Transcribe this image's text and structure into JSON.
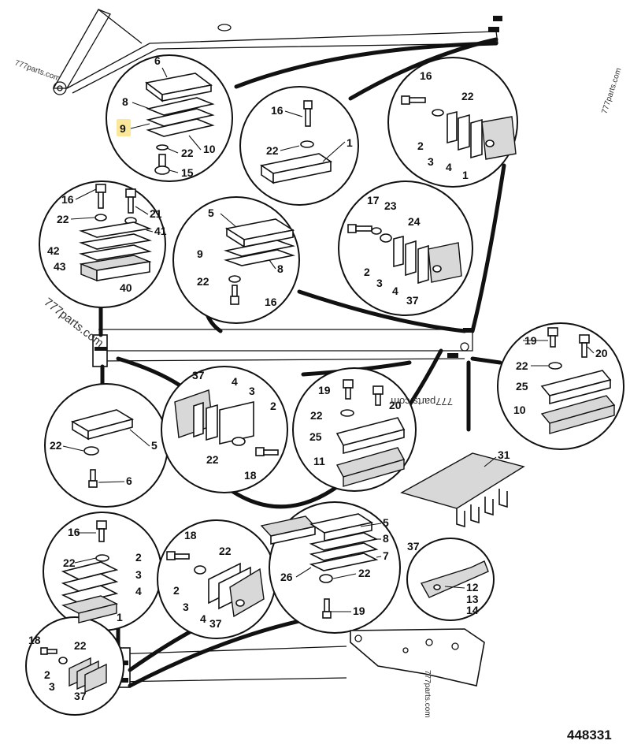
{
  "drawing_number": "448331",
  "highlighted_part": "9",
  "watermarks": [
    "777parts.com",
    "777parts.com",
    "777parts.com",
    "777parts.com",
    "777parts.com"
  ],
  "callouts": {
    "c1": [
      "6",
      "8",
      "9",
      "22",
      "10",
      "15"
    ],
    "c2": [
      "16",
      "22",
      "1"
    ],
    "c3": [
      "16",
      "22",
      "2",
      "3",
      "4",
      "1"
    ],
    "c4": [
      "16",
      "22",
      "21",
      "41",
      "42",
      "43",
      "40"
    ],
    "c5": [
      "5",
      "9",
      "8",
      "22",
      "16"
    ],
    "c6": [
      "17",
      "23",
      "24",
      "2",
      "3",
      "4",
      "37"
    ],
    "c7": [
      "19",
      "20",
      "22",
      "25",
      "10"
    ],
    "c8": [
      "22",
      "5",
      "6"
    ],
    "c9": [
      "37",
      "4",
      "3",
      "2",
      "22",
      "18"
    ],
    "c10": [
      "19",
      "20",
      "22",
      "25",
      "11"
    ],
    "c11": [
      "16",
      "22",
      "2",
      "3",
      "4",
      "1"
    ],
    "c12": [
      "18",
      "22",
      "2",
      "3",
      "4",
      "37"
    ],
    "c13": [
      "5",
      "8",
      "7",
      "26",
      "22",
      "19"
    ],
    "c14": [
      "12",
      "13",
      "14"
    ],
    "c15": [
      "18",
      "22",
      "2",
      "3",
      "37"
    ],
    "free": [
      "31",
      "37"
    ]
  }
}
